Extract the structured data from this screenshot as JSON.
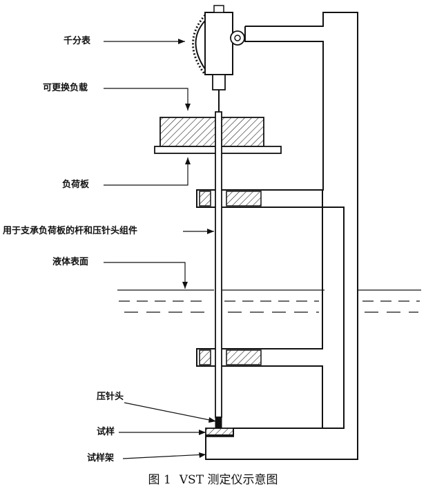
{
  "labels": {
    "dial_gauge": "千分表",
    "replaceable_load": "可更换负载",
    "load_plate": "负荷板",
    "rod_assembly": "用于支承负荷板的杆和压针头组件",
    "liquid_surface": "液体表面",
    "indenter": "压针头",
    "specimen": "试样",
    "specimen_holder": "试样架"
  },
  "caption": {
    "figure_no": "图 1",
    "title": "VST 测定仪示意图"
  }
}
